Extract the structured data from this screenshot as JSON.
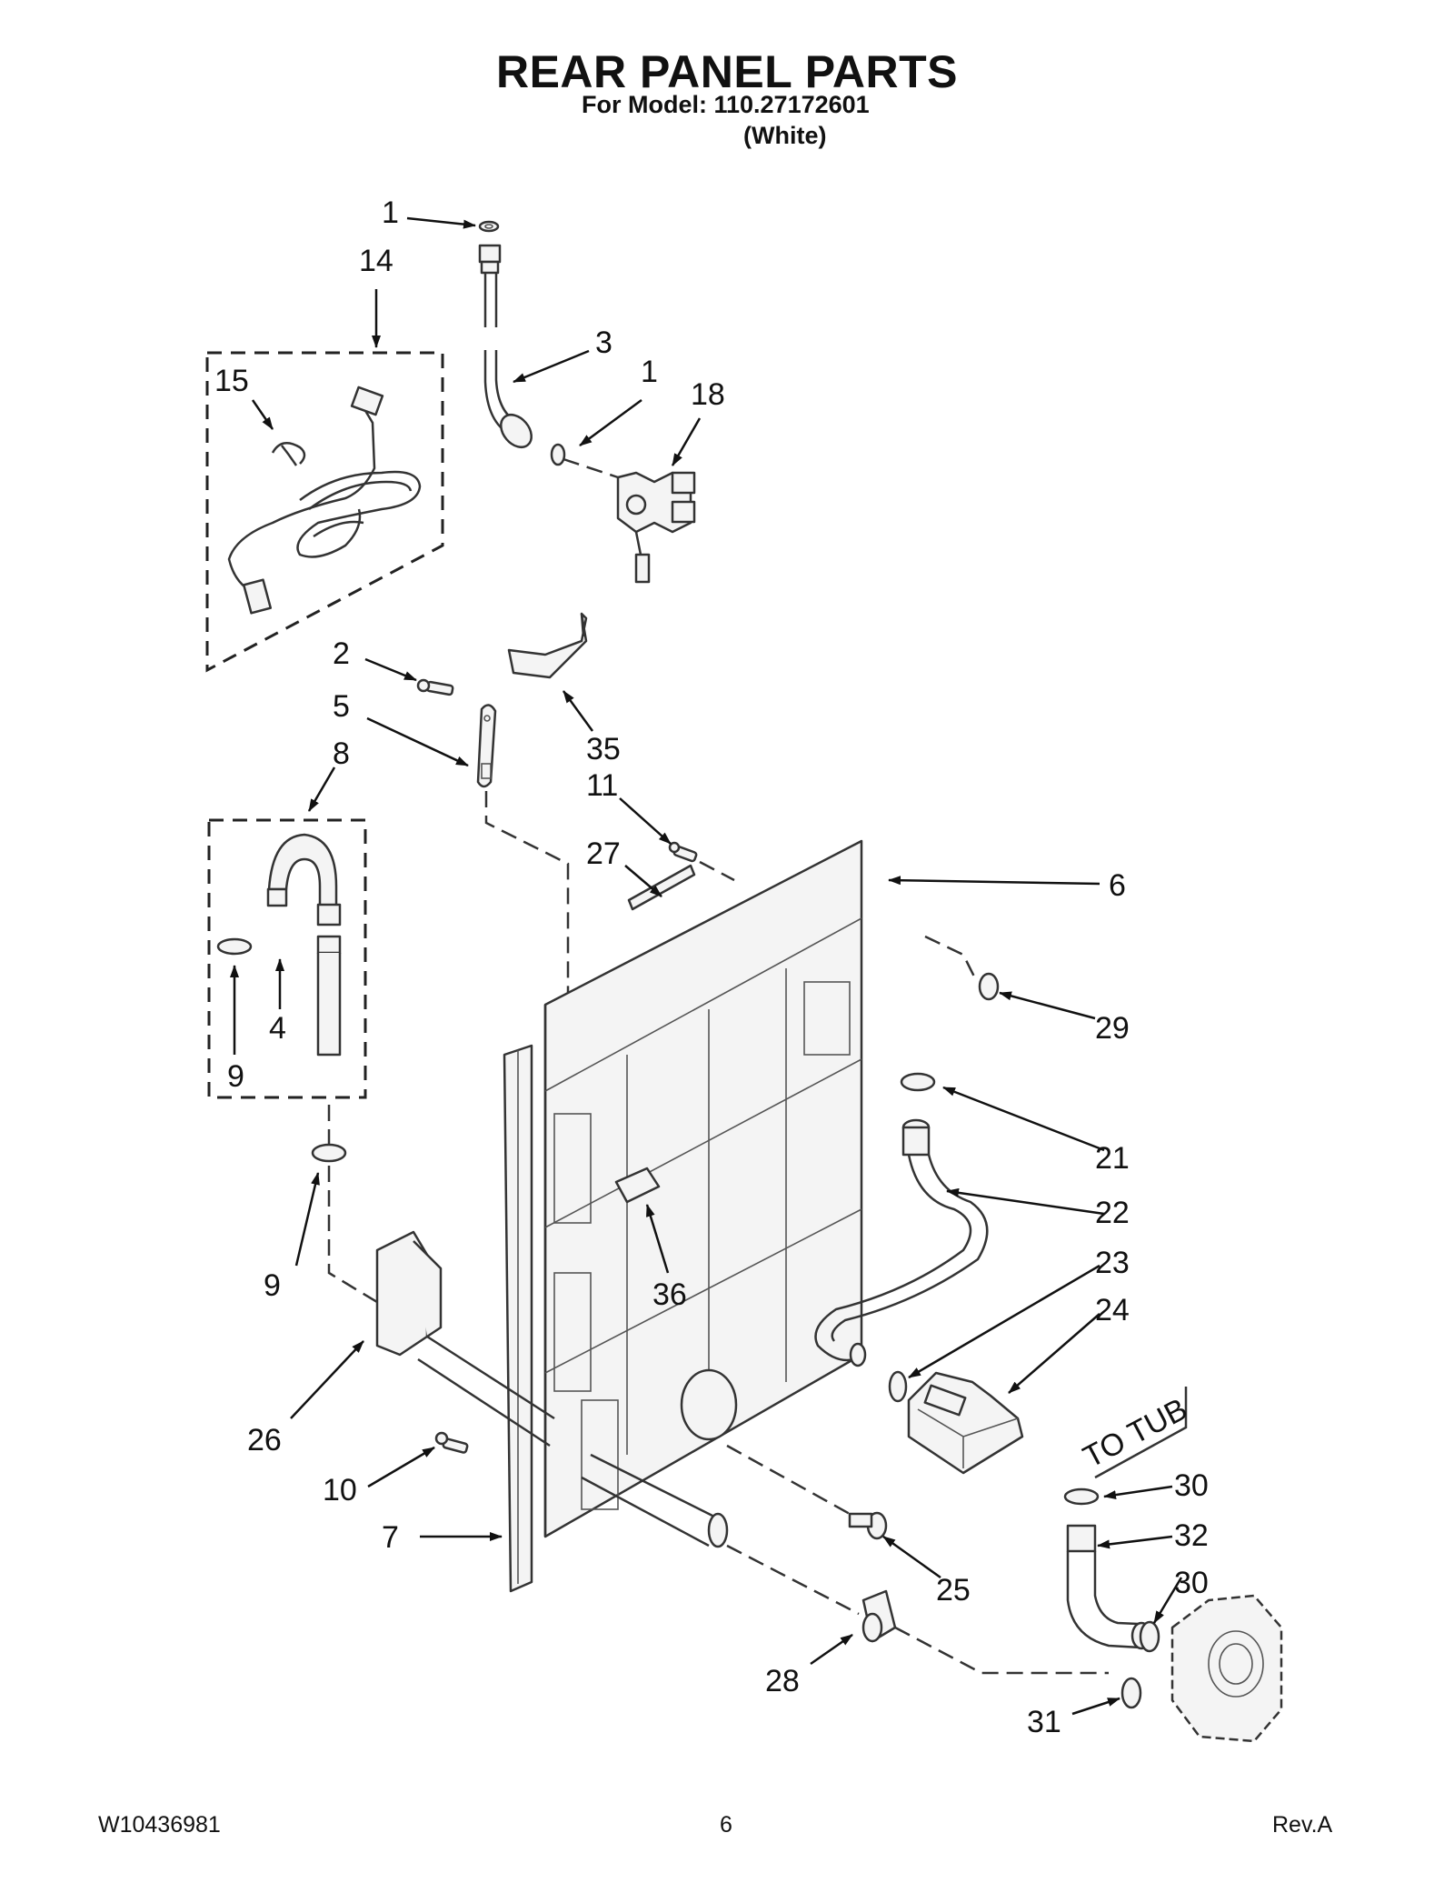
{
  "header": {
    "title": "REAR PANEL PARTS",
    "subtitle": "For Model: 110.27172601",
    "color": "(White)"
  },
  "footer": {
    "doc_number": "W10436981",
    "page": "6",
    "revision": "Rev.A"
  },
  "diagram": {
    "annotation": "TO TUB",
    "callouts": [
      "1",
      "14",
      "3",
      "1",
      "18",
      "15",
      "2",
      "35",
      "5",
      "8",
      "11",
      "27",
      "6",
      "29",
      "4",
      "9",
      "21",
      "22",
      "9",
      "23",
      "36",
      "24",
      "26",
      "30",
      "10",
      "32",
      "7",
      "30",
      "25",
      "28",
      "31"
    ]
  }
}
